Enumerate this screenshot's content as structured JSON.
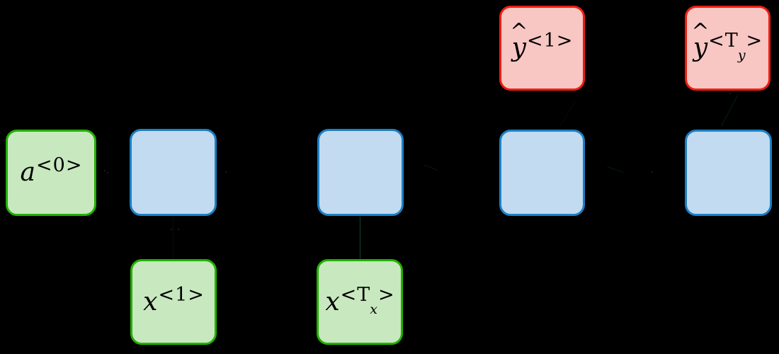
{
  "diagram": {
    "title": "Recurrent neural network unrolled architecture",
    "background_color": "#000000",
    "colors": {
      "activation_fill": "#c8e8bf",
      "activation_border": "#22b000",
      "hidden_fill": "#c2dbf0",
      "hidden_border": "#1d7fc4",
      "output_fill": "#f8c7c3",
      "output_border": "#f01c10",
      "connector": "#0c3330",
      "text": "#000000"
    },
    "nodes": {
      "activation_initial": {
        "label_base": "a",
        "label_sup_open": "<",
        "label_sup_value": "0",
        "label_sup_close": ">",
        "role": "initial-activation"
      },
      "hidden_cells": [
        {
          "role": "hidden-cell",
          "index": "1"
        },
        {
          "role": "hidden-cell",
          "index": "2"
        },
        {
          "role": "hidden-cell",
          "index": "3"
        },
        {
          "role": "hidden-cell",
          "index": "4"
        },
        {
          "role": "hidden-cell",
          "index": "5"
        }
      ],
      "outputs": [
        {
          "label_base": "y",
          "hat": "^",
          "label_sup_open": "<",
          "label_sup_value": "1",
          "label_sup_sub": "",
          "label_sup_close": ">",
          "role": "predicted-output-first"
        },
        {
          "label_base": "y",
          "hat": "^",
          "label_sup_open": "<",
          "label_sup_value": "T",
          "label_sup_sub": "y",
          "label_sup_close": ">",
          "role": "predicted-output-last"
        }
      ],
      "inputs": [
        {
          "label_base": "x",
          "label_sup_open": "<",
          "label_sup_value": "1",
          "label_sup_sub": "",
          "label_sup_close": ">",
          "role": "input-first"
        },
        {
          "label_base": "x",
          "label_sup_open": "<",
          "label_sup_value": "T",
          "label_sup_sub": "x",
          "label_sup_close": ">",
          "role": "input-last"
        }
      ]
    }
  }
}
